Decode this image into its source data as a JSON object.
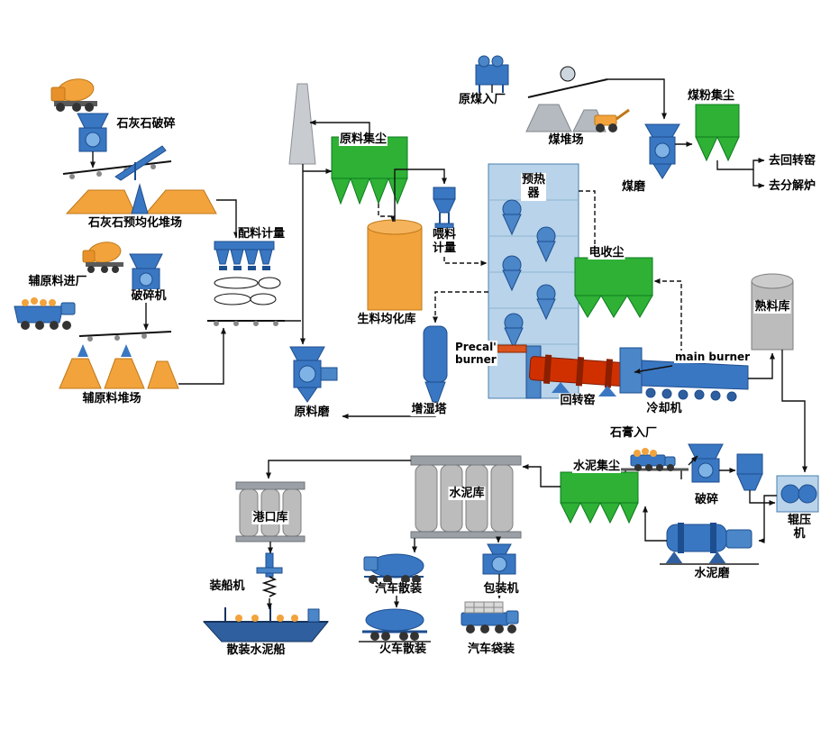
{
  "labels": {
    "limestone_crushing": "石灰石破碎",
    "limestone_preblending_yard": "石灰石预均化堆场",
    "batching_metering": "配料计量",
    "aux_material_inbound": "辅原料进厂",
    "crusher": "破碎机",
    "aux_material_yard": "辅原料堆场",
    "raw_material_dust_collection": "原料集尘",
    "raw_meal_homogenizing_silo": "生料均化库",
    "feed_metering": "喂料\n计量",
    "raw_mill": "原料磨",
    "humidifying_tower": "增湿塔",
    "preheater": "预热\n器",
    "raw_coal_inbound": "原煤入厂",
    "coal_yard": "煤堆场",
    "coal_powder_dust_collection": "煤粉集尘",
    "coal_mill": "煤磨",
    "to_rotary_kiln": "去回转窑",
    "to_calciner": "去分解炉",
    "electrostatic_precipitator": "电收尘",
    "precal_burner": "Precal'\nburner",
    "main_burner": "main burner",
    "rotary_kiln": "回转窑",
    "cooler": "冷却机",
    "clinker_silo": "熟料库",
    "gypsum_inbound": "石膏入厂",
    "gypsum_crushing": "破碎",
    "roller_press": "辊压机",
    "cement_mill": "水泥磨",
    "cement_dust_collection": "水泥集尘",
    "cement_silo": "水泥库",
    "port_silo": "港口库",
    "ship_loader": "装船机",
    "bulk_cement_ship": "散装水泥船",
    "truck_bulk_loading": "汽车散装",
    "packing_machine": "包装机",
    "train_bulk_loading": "火车散装",
    "truck_bag_loading": "汽车袋装"
  },
  "colors": {
    "equipment_blue": "#3a77c2",
    "equipment_blue_dark": "#1d4e8f",
    "dust_collector_green": "#2eb135",
    "material_orange": "#f2a33c",
    "kiln_red": "#d03000",
    "silo_gray": "#bcbcbc",
    "preheater_light_blue": "#b9d3ea",
    "line_black": "#111111"
  }
}
